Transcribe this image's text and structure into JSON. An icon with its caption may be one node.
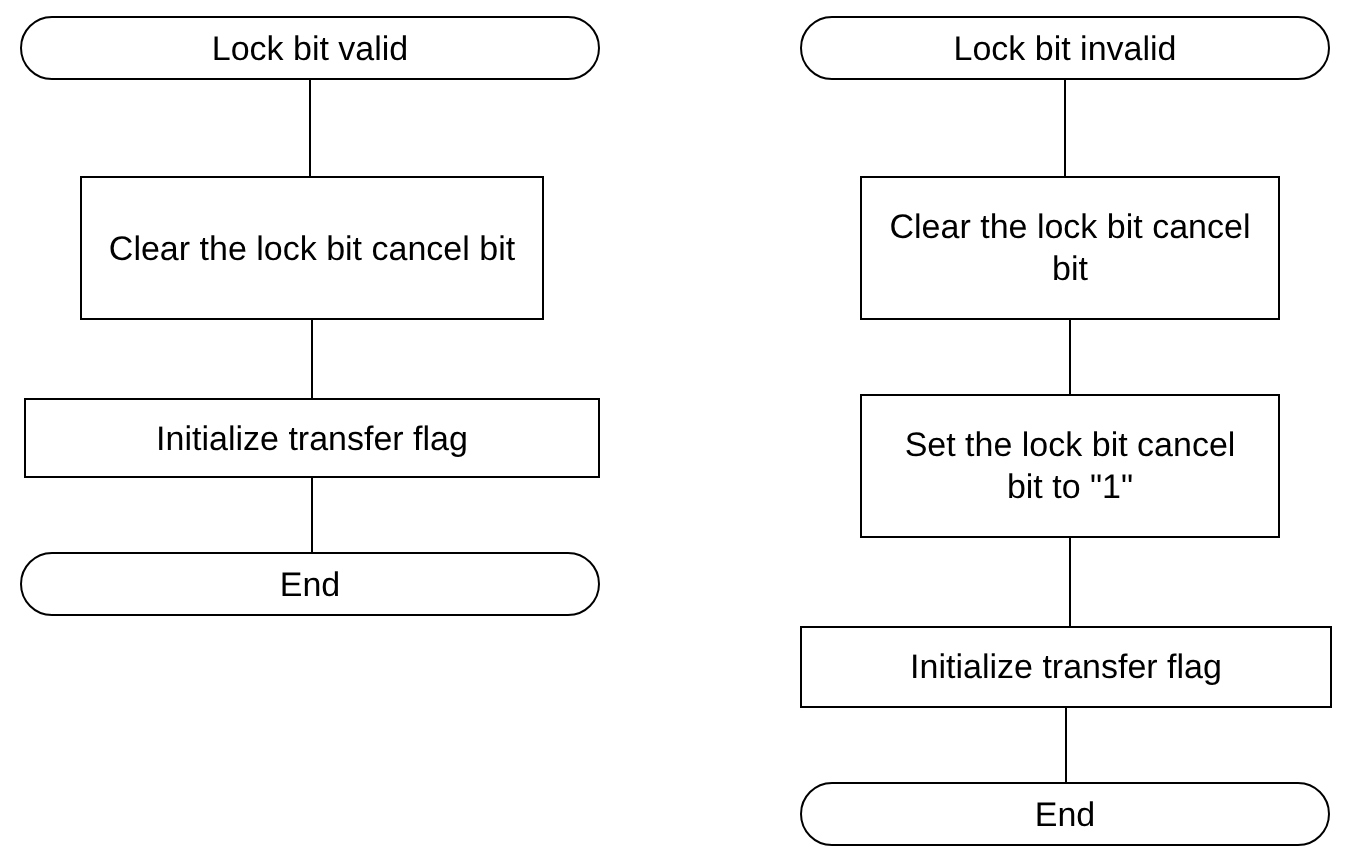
{
  "diagram": {
    "nodes": [
      {
        "text": [
          "Lock bit valid"
        ]
      },
      {
        "text": [
          "Clear the lock bit cancel bit"
        ]
      },
      {
        "text": [
          "Initialize transfer flag"
        ]
      },
      {
        "text": [
          "End"
        ]
      },
      {
        "text": [
          "Lock bit invalid"
        ]
      },
      {
        "text": [
          "Clear the lock bit cancel bit"
        ]
      },
      {
        "text": [
          "Set the lock bit cancel bit to \"1\""
        ]
      },
      {
        "text": [
          "Initialize transfer flag"
        ]
      },
      {
        "text": [
          "End"
        ]
      }
    ],
    "edges": [
      {
        "from": 0,
        "to": 1,
        "arrow": "none"
      },
      {
        "from": 1,
        "to": 2,
        "arrow": "none"
      },
      {
        "from": 2,
        "to": 3,
        "arrow": "none"
      },
      {
        "from": 4,
        "to": 5,
        "arrow": "none"
      },
      {
        "from": 5,
        "to": 6,
        "arrow": "none"
      },
      {
        "from": 6,
        "to": 7,
        "arrow": "none"
      },
      {
        "from": 7,
        "to": 8,
        "arrow": "none"
      }
    ]
  }
}
